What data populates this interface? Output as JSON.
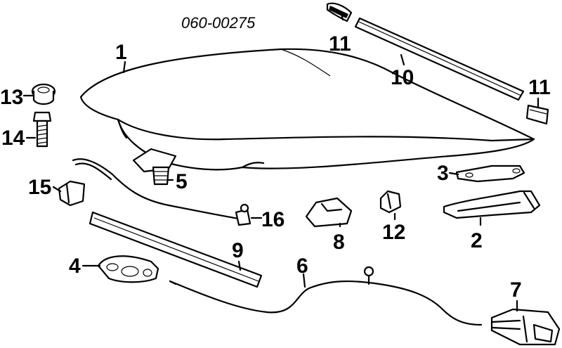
{
  "diagram": {
    "catalog_code": "060-00275",
    "callouts": [
      {
        "id": "hood",
        "label": "1"
      },
      {
        "id": "hinge",
        "label": "2"
      },
      {
        "id": "hinge-bracket",
        "label": "3"
      },
      {
        "id": "lock",
        "label": "4"
      },
      {
        "id": "bumper-stop",
        "label": "5"
      },
      {
        "id": "release-cable",
        "label": "6"
      },
      {
        "id": "release-handle",
        "label": "7"
      },
      {
        "id": "striker",
        "label": "8"
      },
      {
        "id": "seal",
        "label": "9"
      },
      {
        "id": "weatherstrip",
        "label": "10"
      },
      {
        "id": "strip-end-left",
        "label": "11"
      },
      {
        "id": "strip-end-right",
        "label": "11"
      },
      {
        "id": "clip-12",
        "label": "12"
      },
      {
        "id": "grommet",
        "label": "13"
      },
      {
        "id": "bolt",
        "label": "14"
      },
      {
        "id": "support-clip",
        "label": "15"
      },
      {
        "id": "support-grommet",
        "label": "16"
      }
    ]
  }
}
